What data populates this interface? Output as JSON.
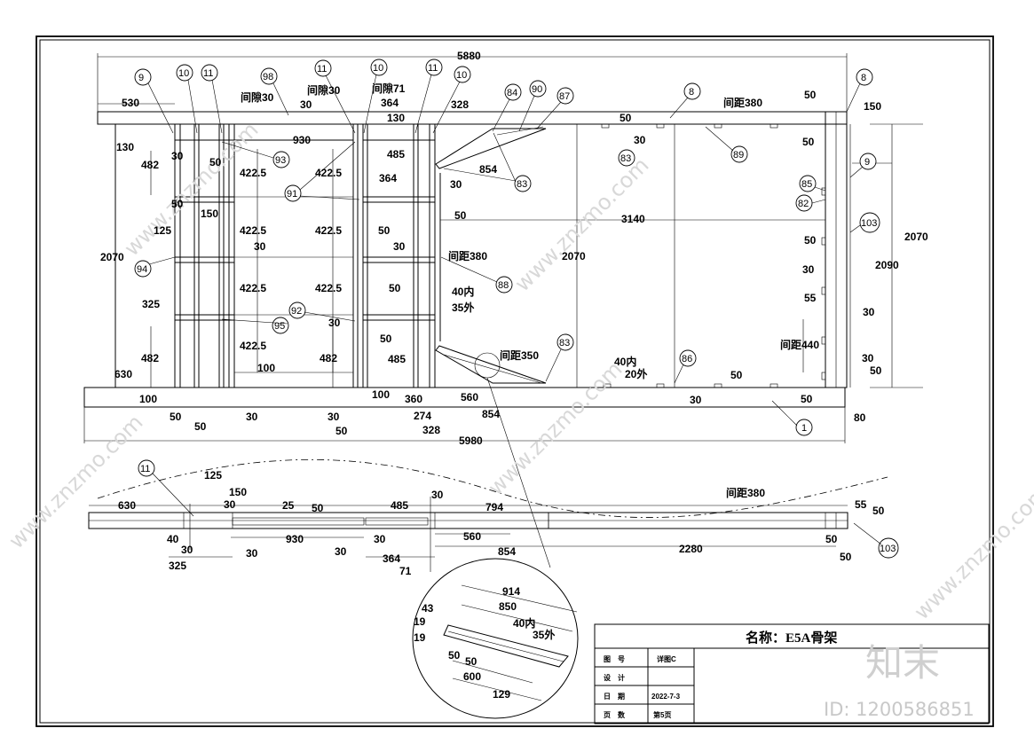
{
  "title_block": {
    "name_label": "名称：E5A骨架",
    "rows": [
      {
        "label": "图　号",
        "value": "详图C"
      },
      {
        "label": "设　计",
        "value": ""
      },
      {
        "label": "日　期",
        "value": "2022-7-3"
      },
      {
        "label": "页　数",
        "value": "第5页"
      }
    ]
  },
  "watermark": {
    "brand": "知末",
    "site": "www.znzmo.com",
    "id_text": "ID: 1200586851"
  },
  "dimensions": {
    "overall_top": "5880",
    "overall_bottom": "5980",
    "left_530": "530",
    "gap30": "间隙30",
    "d30a": "30",
    "gap30b": "间隙30",
    "gap71": "间隙71",
    "d364a": "364",
    "d328a": "328",
    "d130a": "130",
    "d930a": "930",
    "d485a": "485",
    "d364b": "364",
    "d130b": "130",
    "d482a": "482",
    "d30b": "30",
    "d50a": "50",
    "d422a": "422.5",
    "d422b": "422.5",
    "d50b": "50",
    "d150a": "150",
    "d125a": "125",
    "d422c": "422.5",
    "d422d": "422.5",
    "d30c": "30",
    "d50c": "50",
    "d2070a": "2070",
    "d422e": "422.5",
    "d422f": "422.5",
    "d30d": "30",
    "d325a": "325",
    "d50d": "50",
    "d422g": "422.5",
    "d30e": "30",
    "d482b": "482",
    "d100a": "100",
    "d482c": "482",
    "d485b": "485",
    "d630a": "630",
    "d100b": "100",
    "d100c": "100",
    "d360": "360",
    "d560a": "560",
    "d274": "274",
    "d854a": "854",
    "d854b": "854",
    "d50e": "50",
    "d30f": "30",
    "d50f": "50",
    "d30g": "30",
    "d50g": "50",
    "d328b": "328",
    "d30h": "30",
    "d50h": "50",
    "gap380a": "间距380",
    "d40in_a": "40内",
    "d35out_a": "35外",
    "d3140": "3140",
    "d2070b": "2070",
    "gap350": "间距350",
    "d40in_b": "40内",
    "d20out": "20外",
    "d50i": "50",
    "d30i": "30",
    "d50j": "50",
    "d50k": "50",
    "d30j": "30",
    "gap380b": "间距380",
    "d50l": "50",
    "d150b": "150",
    "d50m": "50",
    "d2070c": "2070",
    "d2090": "2090",
    "d50n": "50",
    "d30k": "30",
    "d55a": "55",
    "d30l": "30",
    "gap440": "间距440",
    "d30m": "30",
    "d50o": "50",
    "d50p": "50",
    "d80": "80"
  },
  "side_view": {
    "d125": "125",
    "d150": "150",
    "d630": "630",
    "d30a": "30",
    "d25": "25",
    "d50a": "50",
    "d485": "485",
    "d30b": "30",
    "d794": "794",
    "gap380": "间距380",
    "d55": "55",
    "d50b": "50",
    "d40": "40",
    "d30c": "30",
    "d930": "930",
    "d30d": "30",
    "d560": "560",
    "d50c": "50",
    "d325": "325",
    "d30e": "30",
    "d30f": "30",
    "d364": "364",
    "d854": "854",
    "d2280": "2280",
    "d50d": "50",
    "d71": "71"
  },
  "detail": {
    "d914": "914",
    "d43": "43",
    "d850": "850",
    "d19a": "19",
    "d40in": "40内",
    "d19b": "19",
    "d35out": "35外",
    "d50a": "50",
    "d50b": "50",
    "d600": "600",
    "d129": "129"
  },
  "balloons": {
    "b9a": "9",
    "b10a": "10",
    "b11a": "11",
    "b98": "98",
    "b11b": "11",
    "b10b": "10",
    "b11c": "11",
    "b10c": "10",
    "b84": "84",
    "b90": "90",
    "b87": "87",
    "b8a": "8",
    "b8b": "8",
    "b93": "93",
    "b91": "91",
    "b83a": "83",
    "b89": "89",
    "b9b": "9",
    "b83b": "83",
    "b85": "85",
    "b82": "82",
    "b103a": "103",
    "b94": "94",
    "b88": "88",
    "b92": "92",
    "b95": "95",
    "b83c": "83",
    "b86": "86",
    "b1": "1",
    "b11d": "11",
    "b103b": "103"
  }
}
